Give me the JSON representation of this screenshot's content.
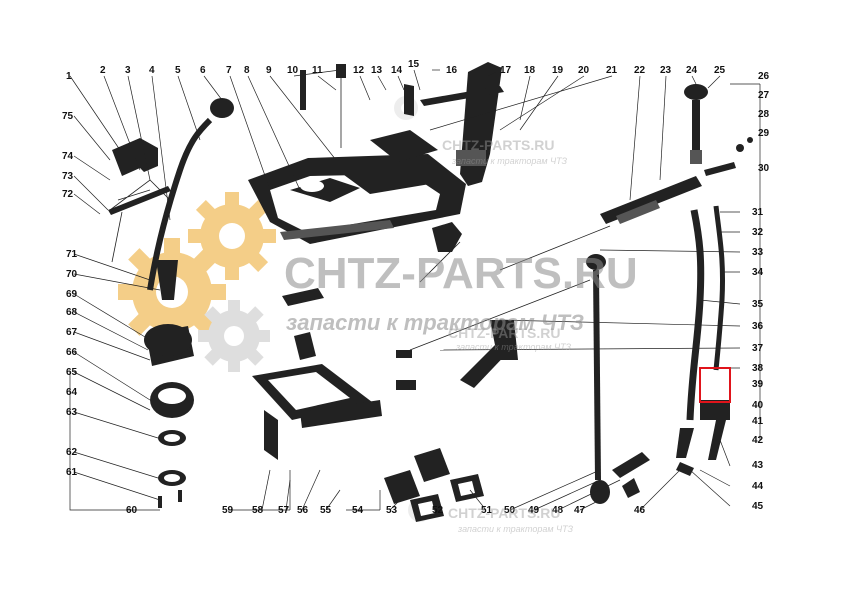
{
  "watermark": {
    "main": "CHTZ-PARTS.RU",
    "sub": "запасти к тракторам",
    "brand": "ЧТЗ",
    "small_main": "CHTZ-PARTS.RU",
    "small_sub": "запасти к тракторам",
    "small_brand": "ЧТЗ"
  },
  "highlight_color": "#e0141b",
  "gear_color": "#f3c673",
  "top_numbers": [
    "1",
    "2",
    "3",
    "4",
    "5",
    "6",
    "7",
    "8",
    "9",
    "10",
    "11",
    "12",
    "13",
    "14",
    "15",
    "16",
    "17",
    "18",
    "19",
    "20",
    "21",
    "22",
    "23",
    "24",
    "25"
  ],
  "right_numbers": [
    "26",
    "27",
    "28",
    "29",
    "30",
    "31",
    "32",
    "33",
    "34",
    "35",
    "36",
    "37",
    "38",
    "39",
    "40",
    "41",
    "42",
    "43",
    "44",
    "45"
  ],
  "bottom_numbers": [
    "46",
    "47",
    "48",
    "49",
    "50",
    "51",
    "52",
    "53",
    "54",
    "55",
    "56",
    "57",
    "58",
    "59",
    "60"
  ],
  "left_numbers": [
    "61",
    "62",
    "63",
    "64",
    "65",
    "66",
    "67",
    "68",
    "69",
    "70",
    "71",
    "72",
    "73",
    "74",
    "75"
  ]
}
